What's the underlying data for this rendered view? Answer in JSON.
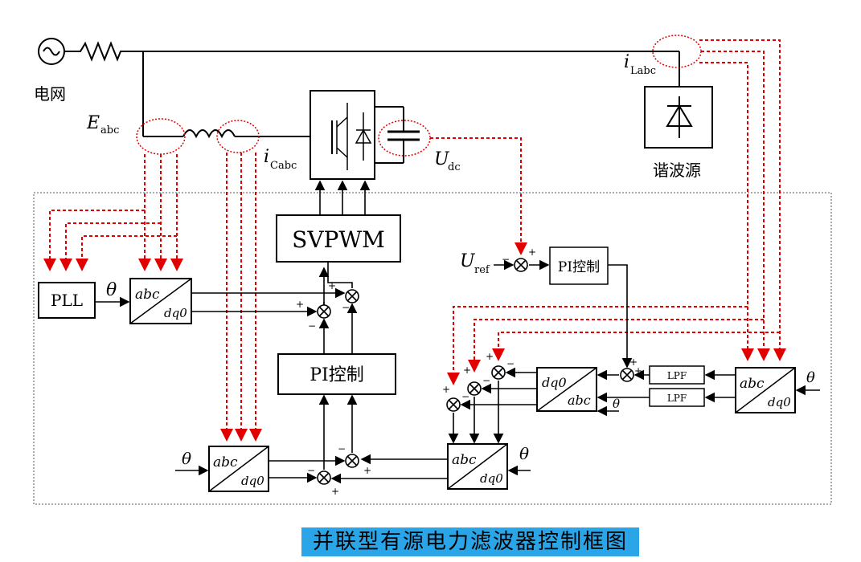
{
  "labels": {
    "grid": "电网",
    "e_abc_main": "E",
    "e_abc_sub": "abc",
    "i_cabc_main": "i",
    "i_cabc_sub": "Cabc",
    "u_dc_main": "U",
    "u_dc_sub": "dc",
    "i_labc_main": "i",
    "i_labc_sub": "Labc",
    "harmonic_source": "谐波源",
    "svpwm": "SVPWM",
    "pi_control_1": "PI控制",
    "pi_control_2": "PI控制",
    "pll": "PLL",
    "theta": "θ",
    "u_ref_main": "U",
    "u_ref_sub": "ref",
    "lpf": "LPF",
    "abc": "abc",
    "dq0": "dq0",
    "plus": "+",
    "minus": "−"
  },
  "caption": "并联型有源电力滤波器控制框图",
  "colors": {
    "signal_red": "#e00000",
    "line": "#000000",
    "caption_bg": "#2aa5e8"
  }
}
